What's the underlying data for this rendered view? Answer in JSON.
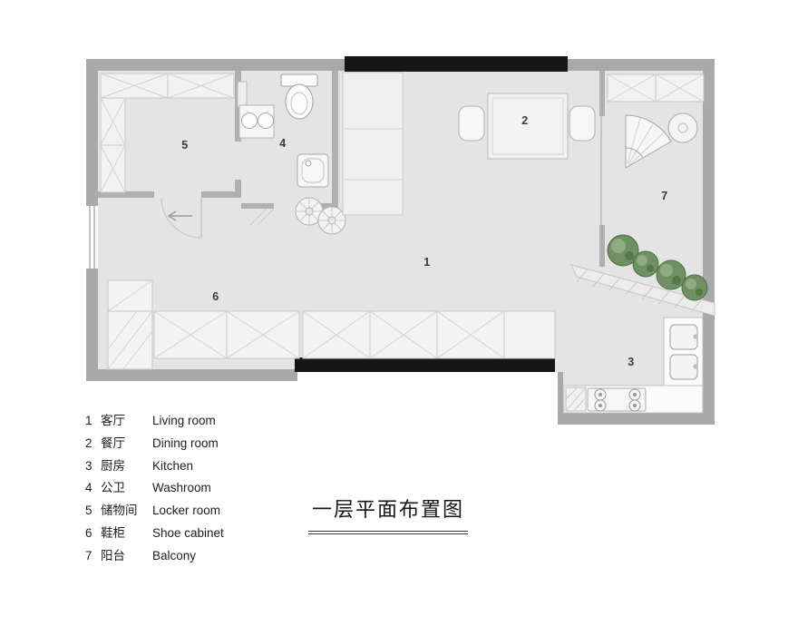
{
  "title": {
    "text": "一层平面布置图"
  },
  "legend": {
    "items": [
      {
        "num": "1",
        "zh": "客厅",
        "en": "Living room"
      },
      {
        "num": "2",
        "zh": "餐厅",
        "en": "Dining room"
      },
      {
        "num": "3",
        "zh": "厨房",
        "en": "Kitchen"
      },
      {
        "num": "4",
        "zh": "公卫",
        "en": "Washroom"
      },
      {
        "num": "5",
        "zh": "储物间",
        "en": "Locker room"
      },
      {
        "num": "6",
        "zh": "鞋柜",
        "en": "Shoe cabinet"
      },
      {
        "num": "7",
        "zh": "阳台",
        "en": "Balcony"
      }
    ]
  },
  "colors": {
    "wall_gray": "#a9a9a9",
    "wall_black": "#161616",
    "floor": "#e4e4e4",
    "plant_green": "#6f9161"
  }
}
